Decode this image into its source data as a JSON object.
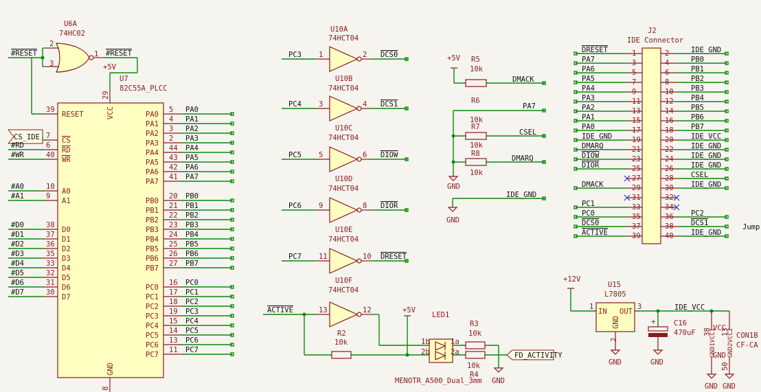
{
  "u6a": {
    "ref": "U6A",
    "value": "74HC02",
    "net_in": "#RESET",
    "net_out": "#RESET",
    "p2": "2",
    "p3": "3",
    "p1": "1"
  },
  "u7": {
    "ref": "U7",
    "value": "82C55A_PLCC",
    "vcc_label": "VCC",
    "vcc_pin": "29",
    "gnd_label": "GND",
    "gnd_pin": "8",
    "pwr": "+5V",
    "reset_label": "RESET",
    "reset_pin": "39",
    "left_pins": [
      {
        "label": "CS",
        "num": "7",
        "net": "",
        "ol": true
      },
      {
        "label": "RD",
        "num": "6",
        "net": "#RD",
        "ol": true
      },
      {
        "label": "WR",
        "num": "40",
        "net": "#WR",
        "ol": true
      },
      {
        "label": "A0",
        "num": "10",
        "net": "#A0",
        "ol": false
      },
      {
        "label": "A1",
        "num": "9",
        "net": "#A1",
        "ol": false
      },
      {
        "label": "D0",
        "num": "38",
        "net": "#D0",
        "ol": false
      },
      {
        "label": "D1",
        "num": "37",
        "net": "#D1",
        "ol": false
      },
      {
        "label": "D2",
        "num": "36",
        "net": "#D2",
        "ol": false
      },
      {
        "label": "D3",
        "num": "35",
        "net": "#D3",
        "ol": false
      },
      {
        "label": "D4",
        "num": "33",
        "net": "#D4",
        "ol": false
      },
      {
        "label": "D5",
        "num": "32",
        "net": "#D5",
        "ol": false
      },
      {
        "label": "D6",
        "num": "31",
        "net": "#D6",
        "ol": false
      },
      {
        "label": "D7",
        "num": "30",
        "net": "#D7",
        "ol": false
      }
    ],
    "cs_ide": "CS_IDE",
    "right_pins": [
      {
        "label": "PA0",
        "num": "5",
        "net": "PA0"
      },
      {
        "label": "PA1",
        "num": "4",
        "net": "PA1"
      },
      {
        "label": "PA2",
        "num": "3",
        "net": "PA2"
      },
      {
        "label": "PA3",
        "num": "2",
        "net": "PA3"
      },
      {
        "label": "PA4",
        "num": "44",
        "net": "PA4"
      },
      {
        "label": "PA5",
        "num": "43",
        "net": "PA5"
      },
      {
        "label": "PA6",
        "num": "42",
        "net": "PA6"
      },
      {
        "label": "PA7",
        "num": "41",
        "net": "PA7"
      },
      {
        "label": "PB0",
        "num": "20",
        "net": "PB0"
      },
      {
        "label": "PB1",
        "num": "21",
        "net": "PB1"
      },
      {
        "label": "PB2",
        "num": "22",
        "net": "PB2"
      },
      {
        "label": "PB3",
        "num": "23",
        "net": "PB3"
      },
      {
        "label": "PB4",
        "num": "24",
        "net": "PB4"
      },
      {
        "label": "PB5",
        "num": "25",
        "net": "PB5"
      },
      {
        "label": "PB6",
        "num": "26",
        "net": "PB6"
      },
      {
        "label": "PB7",
        "num": "27",
        "net": "PB7"
      },
      {
        "label": "PC0",
        "num": "16",
        "net": "PC0"
      },
      {
        "label": "PC1",
        "num": "17",
        "net": "PC1"
      },
      {
        "label": "PC2",
        "num": "18",
        "net": "PC2"
      },
      {
        "label": "PC3",
        "num": "19",
        "net": "PC3"
      },
      {
        "label": "PC4",
        "num": "15",
        "net": "PC4"
      },
      {
        "label": "PC5",
        "num": "14",
        "net": "PC5"
      },
      {
        "label": "PC6",
        "num": "13",
        "net": "PC6"
      },
      {
        "label": "PC7",
        "num": "11",
        "net": "PC7"
      }
    ]
  },
  "inverters": [
    {
      "ref_top": "U10A",
      "val_top": "74HCT04",
      "in": "PC3",
      "pin_in": "1",
      "pin_out": "2",
      "out": "DCS0",
      "ref_bot": "U10B",
      "val_bot": "74HCT04"
    },
    {
      "in": "PC4",
      "pin_in": "3",
      "pin_out": "4",
      "out": "DCS1",
      "ref_bot": "U10C",
      "val_bot": "74HCT04"
    },
    {
      "in": "PC5",
      "pin_in": "5",
      "pin_out": "6",
      "out": "DIOW",
      "ref_bot": "U10D",
      "val_bot": "74HCT04"
    },
    {
      "in": "PC6",
      "pin_in": "9",
      "pin_out": "8",
      "out": "DIOR",
      "ref_bot": "U10E",
      "val_bot": "74HCT04"
    },
    {
      "in": "PC7",
      "pin_in": "11",
      "pin_out": "10",
      "out": "DRESET",
      "ref_bot": "U10F",
      "val_bot": "74HCT04"
    },
    {
      "in": "ACTIVE",
      "pin_in": "13",
      "pin_out": "12",
      "out": ""
    }
  ],
  "resistors": {
    "r5": {
      "ref": "R5",
      "val": "10k",
      "net": "DMACK"
    },
    "r6": {
      "ref": "R6",
      "val": "10k",
      "net": "PA7"
    },
    "r7": {
      "ref": "R7",
      "val": "10k",
      "net": "CSEL"
    },
    "r8": {
      "ref": "R8",
      "val": "10k",
      "net": "DMARQ"
    },
    "r2": {
      "ref": "R2",
      "val": "10k"
    },
    "r3": {
      "ref": "R3",
      "val": "10k"
    },
    "r4": {
      "ref": "R4",
      "val": "10k"
    }
  },
  "power": {
    "p5v_a": "+5V",
    "p5v_b": "+5V",
    "gnd": "GND",
    "ide_gnd": "IDE_GND",
    "p12v": "+12V"
  },
  "led": {
    "ref": "LED1",
    "val": "MENOTR_A500_Dual_3mm",
    "p1b": "1b",
    "p2b": "2b",
    "p1a": "1a",
    "p2a": "2a",
    "net": "FD_ACTIVITY"
  },
  "j2": {
    "ref": "J2",
    "val": "IDE Connector",
    "rows": [
      {
        "l": "DRESET",
        "ln": "1",
        "rn": "2",
        "r": "IDE_GND",
        "lol": true,
        "nc_l": false,
        "nc_r": false
      },
      {
        "l": "PA7",
        "ln": "3",
        "rn": "4",
        "r": "PB0"
      },
      {
        "l": "PA6",
        "ln": "5",
        "rn": "6",
        "r": "PB1"
      },
      {
        "l": "PA5",
        "ln": "7",
        "rn": "8",
        "r": "PB2"
      },
      {
        "l": "PA4",
        "ln": "9",
        "rn": "10",
        "r": "PB3"
      },
      {
        "l": "PA3",
        "ln": "11",
        "rn": "12",
        "r": "PB4"
      },
      {
        "l": "PA2",
        "ln": "13",
        "rn": "14",
        "r": "PB5"
      },
      {
        "l": "PA1",
        "ln": "15",
        "rn": "16",
        "r": "PB6"
      },
      {
        "l": "PA0",
        "ln": "17",
        "rn": "18",
        "r": "PB7"
      },
      {
        "l": "IDE_GND",
        "ln": "19",
        "rn": "20",
        "r": "IDE_VCC"
      },
      {
        "l": "DMARQ",
        "ln": "21",
        "rn": "22",
        "r": "IDE_GND"
      },
      {
        "l": "DIOW",
        "ln": "23",
        "rn": "24",
        "r": "IDE_GND",
        "lol": true
      },
      {
        "l": "DIOR",
        "ln": "25",
        "rn": "26",
        "r": "IDE_GND",
        "lol": true
      },
      {
        "l": "",
        "ln": "27",
        "rn": "28",
        "r": "CSEL",
        "nc_l": true
      },
      {
        "l": "DMACK",
        "ln": "29",
        "rn": "30",
        "r": "IDE_GND"
      },
      {
        "l": "",
        "ln": "31",
        "rn": "32",
        "r": "",
        "nc_l": true,
        "nc_r": true
      },
      {
        "l": "PC1",
        "ln": "33",
        "rn": "34",
        "r": "",
        "nc_r": true
      },
      {
        "l": "PC0",
        "ln": "35",
        "rn": "36",
        "r": "PC2"
      },
      {
        "l": "DCS0",
        "ln": "37",
        "rn": "38",
        "r": "DCS1",
        "lol": true,
        "rol": true
      },
      {
        "l": "ACTIVE",
        "ln": "39",
        "rn": "40",
        "r": "IDE_GND",
        "lol": true
      }
    ],
    "jump": "Jump"
  },
  "u15": {
    "ref": "U15",
    "val": "L7805",
    "in_label": "IN",
    "out_label": "OUT",
    "gnd_label": "GND",
    "p1": "1",
    "p2": "2",
    "p3": "3",
    "net_out": "IDE_VCC"
  },
  "c16": {
    "ref": "C16",
    "val": "470uF"
  },
  "con1b": {
    "ref": "CON1B",
    "val": "CF-CA",
    "vcc": "VCC",
    "gnd": "GND",
    "pa": "38",
    "pb": "13",
    "pc": "50",
    "pd": "",
    "lab_a": "GND1VCC1",
    "lab_b": "GND2VCC2"
  }
}
